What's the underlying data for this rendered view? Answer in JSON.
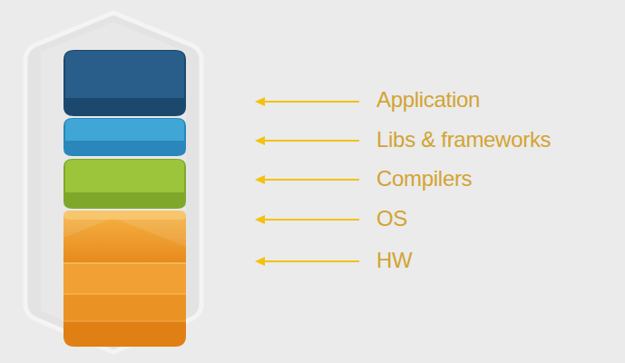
{
  "diagram": {
    "labels": [
      "Application",
      "Libs & frameworks",
      "Compilers",
      "OS",
      "HW"
    ]
  }
}
